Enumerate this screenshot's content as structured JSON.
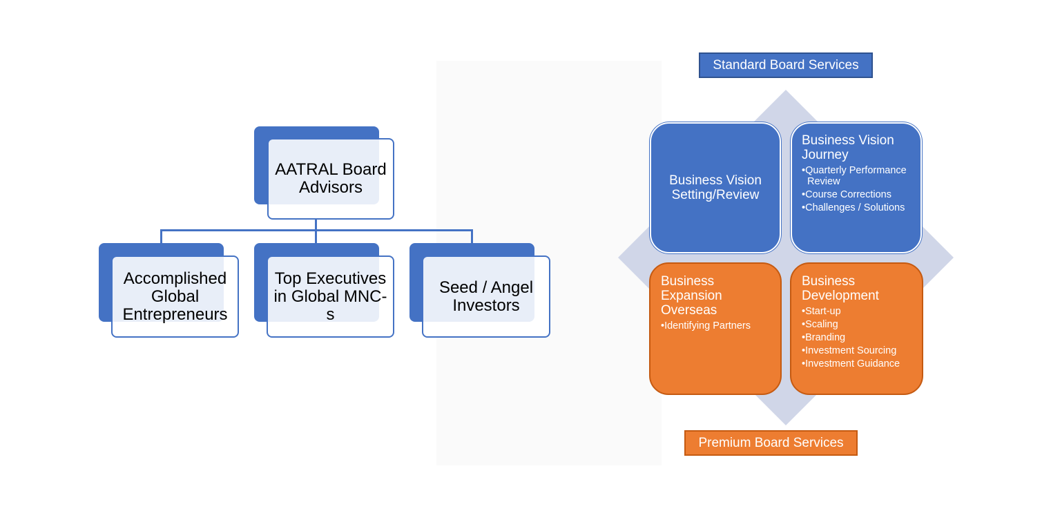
{
  "org_chart": {
    "root": "AATRAL Board Advisors",
    "children": [
      "Accomplished Global Entrepreneurs",
      "Top Executives in Global MNC-s",
      "Seed / Angel Investors"
    ]
  },
  "services": {
    "standard_label": "Standard Board Services",
    "premium_label": "Premium Board Services",
    "quadrants": [
      {
        "title": "Business Vision Setting/Review",
        "bullets": [],
        "color": "#4472c4"
      },
      {
        "title": "Business Vision Journey",
        "bullets": [
          "Quarterly Performance Review",
          "Course Corrections",
          "Challenges / Solutions"
        ],
        "color": "#4472c4"
      },
      {
        "title": "Business Expansion Overseas",
        "bullets": [
          "Identifying Partners"
        ],
        "color": "#ed7d31"
      },
      {
        "title": "Business Development",
        "bullets": [
          "Start-up",
          "Scaling",
          "Branding",
          "Investment Sourcing",
          "Investment Guidance"
        ],
        "color": "#ed7d31"
      }
    ]
  },
  "colors": {
    "blue": "#4472c4",
    "orange": "#ed7d31",
    "diamond": "#d0d6e8"
  }
}
